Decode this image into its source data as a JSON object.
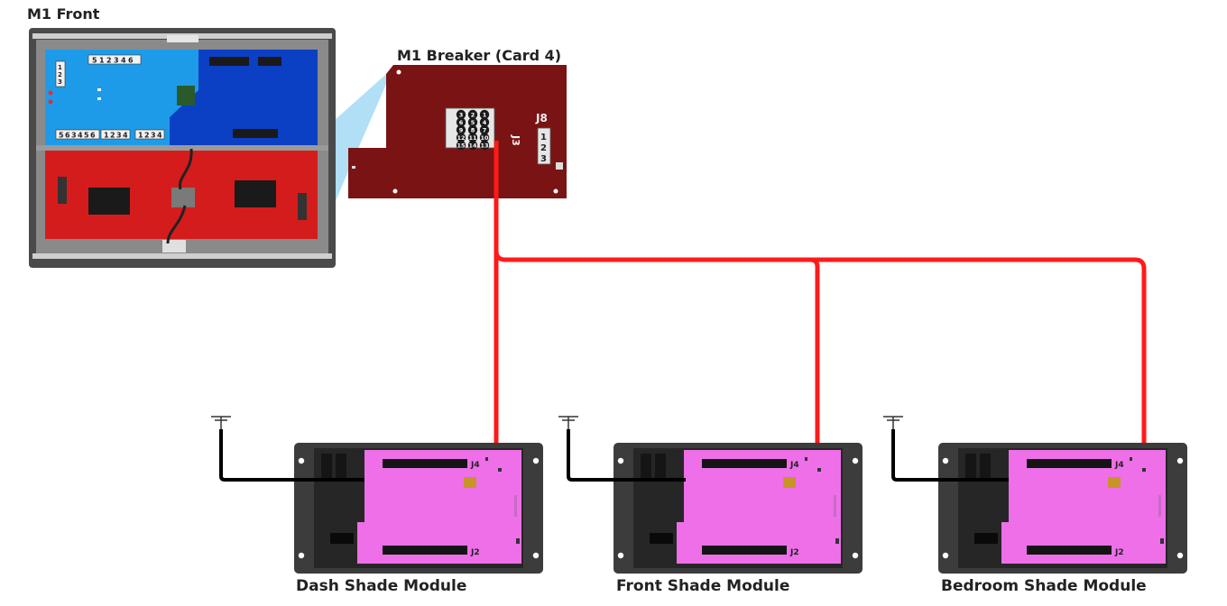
{
  "titles": {
    "m1_front": "M1 Front",
    "breaker": "M1 Breaker (Card 4)"
  },
  "breaker_board": {
    "connector_j3": "J3",
    "connector_j8": "J8",
    "j8_pins": [
      "1",
      "2",
      "3"
    ],
    "j3_pins": [
      [
        "3",
        "2",
        "1"
      ],
      [
        "6",
        "5",
        "4"
      ],
      [
        "9",
        "8",
        "7"
      ],
      [
        "12",
        "11",
        "10"
      ],
      [
        "15",
        "14",
        "13"
      ]
    ]
  },
  "front_panel": {
    "upper_left_strip_a": [
      "5",
      "1",
      "2",
      "3",
      "4",
      "6"
    ],
    "lower_strip_a": [
      "5",
      "6",
      "3",
      "4",
      "5",
      "6"
    ],
    "lower_strip_b": [
      "1",
      "2",
      "3",
      "4"
    ],
    "lower_strip_c": [
      "1",
      "2",
      "3",
      "4"
    ],
    "side_header": [
      "1",
      "2",
      "3"
    ]
  },
  "modules": [
    {
      "name": "Dash Shade Module",
      "connector_top": "J4",
      "connector_bottom": "J2"
    },
    {
      "name": "Front Shade Module",
      "connector_top": "J4",
      "connector_bottom": "J2"
    },
    {
      "name": "Bedroom Shade Module",
      "connector_top": "J4",
      "connector_bottom": "J2"
    }
  ],
  "colors": {
    "wire_signal": "#ff1a1a",
    "wire_ground": "#000000",
    "breaker_pcb": "#7a1414",
    "upper_left_pcb": "#1e9be8",
    "upper_right_pcb": "#0b3fc4",
    "lower_pcb": "#d41c1c",
    "shade_module_pcb": "#ee6fe8",
    "callout": "#a8ddf5"
  }
}
